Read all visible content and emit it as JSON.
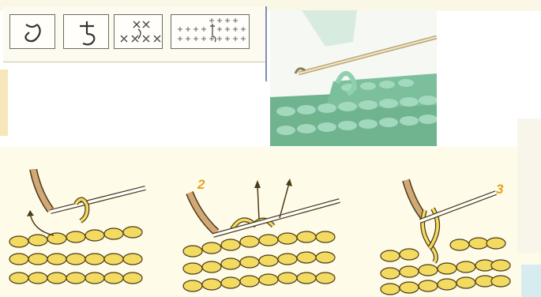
{
  "step_numbers": [
    "2",
    "3"
  ],
  "colors": {
    "yarn_yellow": "#f3da61",
    "yarn_outline": "#4a3b18",
    "photo_yarn": "#8cc8ad",
    "step_number": "#e3a21c"
  },
  "symbols": [
    "crochet-turn-symbol",
    "crochet-stitch-symbol",
    "crossed-stitch-chart-icon",
    "grid-stitch-chart-icon"
  ]
}
